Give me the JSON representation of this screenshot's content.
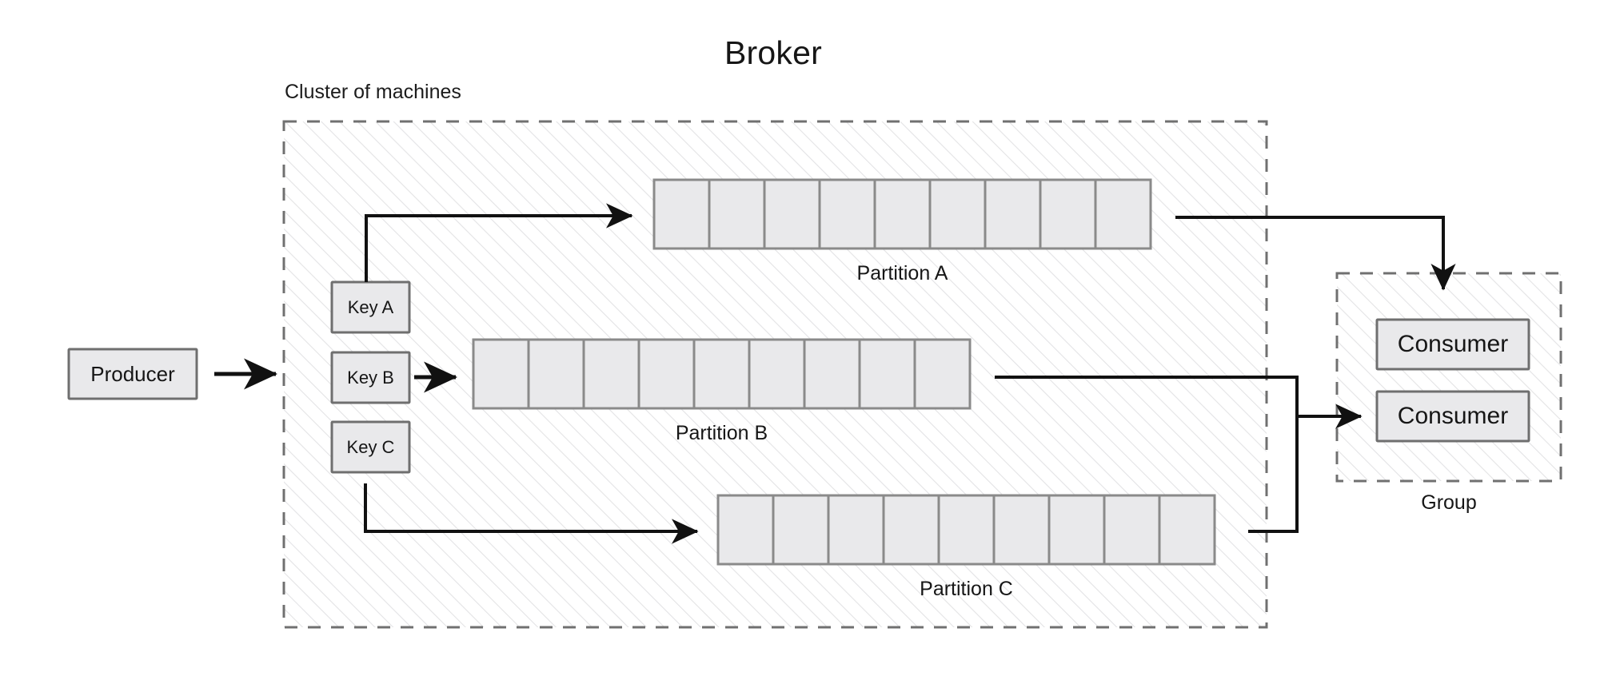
{
  "diagram": {
    "title": "Broker",
    "cluster_label": "Cluster of machines",
    "group_label": "Group",
    "producer": {
      "label": "Producer"
    },
    "keys": [
      {
        "label": "Key A"
      },
      {
        "label": "Key B"
      },
      {
        "label": "Key C"
      }
    ],
    "partitions": [
      {
        "label": "Partition A",
        "cells": 9
      },
      {
        "label": "Partition B",
        "cells": 9
      },
      {
        "label": "Partition C",
        "cells": 9
      }
    ],
    "consumers": [
      {
        "label": "Consumer"
      },
      {
        "label": "Consumer"
      }
    ],
    "colors": {
      "background": "#ffffff",
      "box_fill": "#e9e9eb",
      "box_stroke": "#6f6f6f",
      "dashed_stroke": "#707070",
      "hatch_stroke": "#e2e2e4",
      "arrow": "#111111",
      "text": "#1a1a1a"
    }
  },
  "chart_data": {
    "type": "diagram",
    "title": "Broker",
    "nodes": [
      {
        "id": "producer",
        "label": "Producer",
        "kind": "box"
      },
      {
        "id": "key-a",
        "label": "Key A",
        "kind": "box"
      },
      {
        "id": "key-b",
        "label": "Key B",
        "kind": "box"
      },
      {
        "id": "key-c",
        "label": "Key C",
        "kind": "box"
      },
      {
        "id": "partition-a",
        "label": "Partition A",
        "kind": "partition",
        "cells": 9
      },
      {
        "id": "partition-b",
        "label": "Partition B",
        "kind": "partition",
        "cells": 9
      },
      {
        "id": "partition-c",
        "label": "Partition C",
        "kind": "partition",
        "cells": 9
      },
      {
        "id": "consumer-1",
        "label": "Consumer",
        "kind": "box"
      },
      {
        "id": "consumer-2",
        "label": "Consumer",
        "kind": "box"
      }
    ],
    "containers": [
      {
        "id": "cluster",
        "label": "Cluster of machines",
        "contains": [
          "key-a",
          "key-b",
          "key-c",
          "partition-a",
          "partition-b",
          "partition-c"
        ]
      },
      {
        "id": "group",
        "label": "Group",
        "contains": [
          "consumer-1",
          "consumer-2"
        ]
      }
    ],
    "edges": [
      {
        "from": "producer",
        "to": "cluster"
      },
      {
        "from": "key-a",
        "to": "partition-a"
      },
      {
        "from": "key-b",
        "to": "partition-b"
      },
      {
        "from": "key-c",
        "to": "partition-c"
      },
      {
        "from": "partition-a",
        "to": "consumer-1"
      },
      {
        "from": "partition-b",
        "to": "consumer-2"
      },
      {
        "from": "partition-c",
        "to": "consumer-2"
      }
    ]
  }
}
